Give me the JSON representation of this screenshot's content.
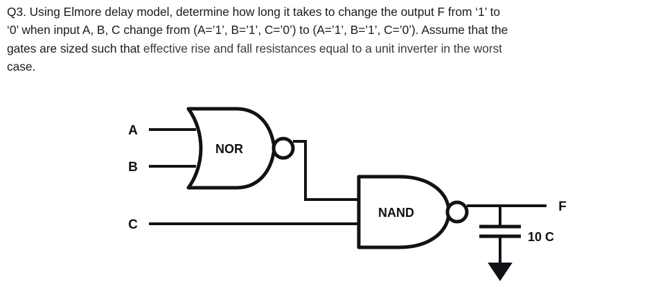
{
  "question": {
    "lines": [
      "Q3. Using Elmore delay model, determine how long it takes to change the output F from ‘1’ to",
      "‘0’ when input A, B, C change from (A=’1’, B=’1’, C=’0’) to (A=’1’, B=’1’, C=’0’). Assume that the",
      "gates are sized such that effective rise and fall resistances equal to a unit inverter in the worst",
      "case."
    ],
    "line3_part_a": "gates are sized such that ",
    "line3_part_b": "effective rise and fall resistances equal to a unit inverter in the worst"
  },
  "circuit": {
    "inputs": [
      {
        "name": "A",
        "label": "A"
      },
      {
        "name": "B",
        "label": "B"
      },
      {
        "name": "C",
        "label": "C"
      }
    ],
    "gates": [
      {
        "name": "nor-gate",
        "label": "NOR",
        "type": "NOR",
        "inputs": [
          "A",
          "B"
        ]
      },
      {
        "name": "nand-gate",
        "label": "NAND",
        "type": "NAND",
        "inputs": [
          "NOR-out",
          "C"
        ]
      }
    ],
    "output": {
      "name": "F",
      "label": "F"
    },
    "load": {
      "label": "10 C",
      "value": 10,
      "unit": "C"
    },
    "ground": {
      "label": ""
    },
    "colors": {
      "wire": "#111116",
      "text": "#101014",
      "background": "#ffffff"
    }
  }
}
